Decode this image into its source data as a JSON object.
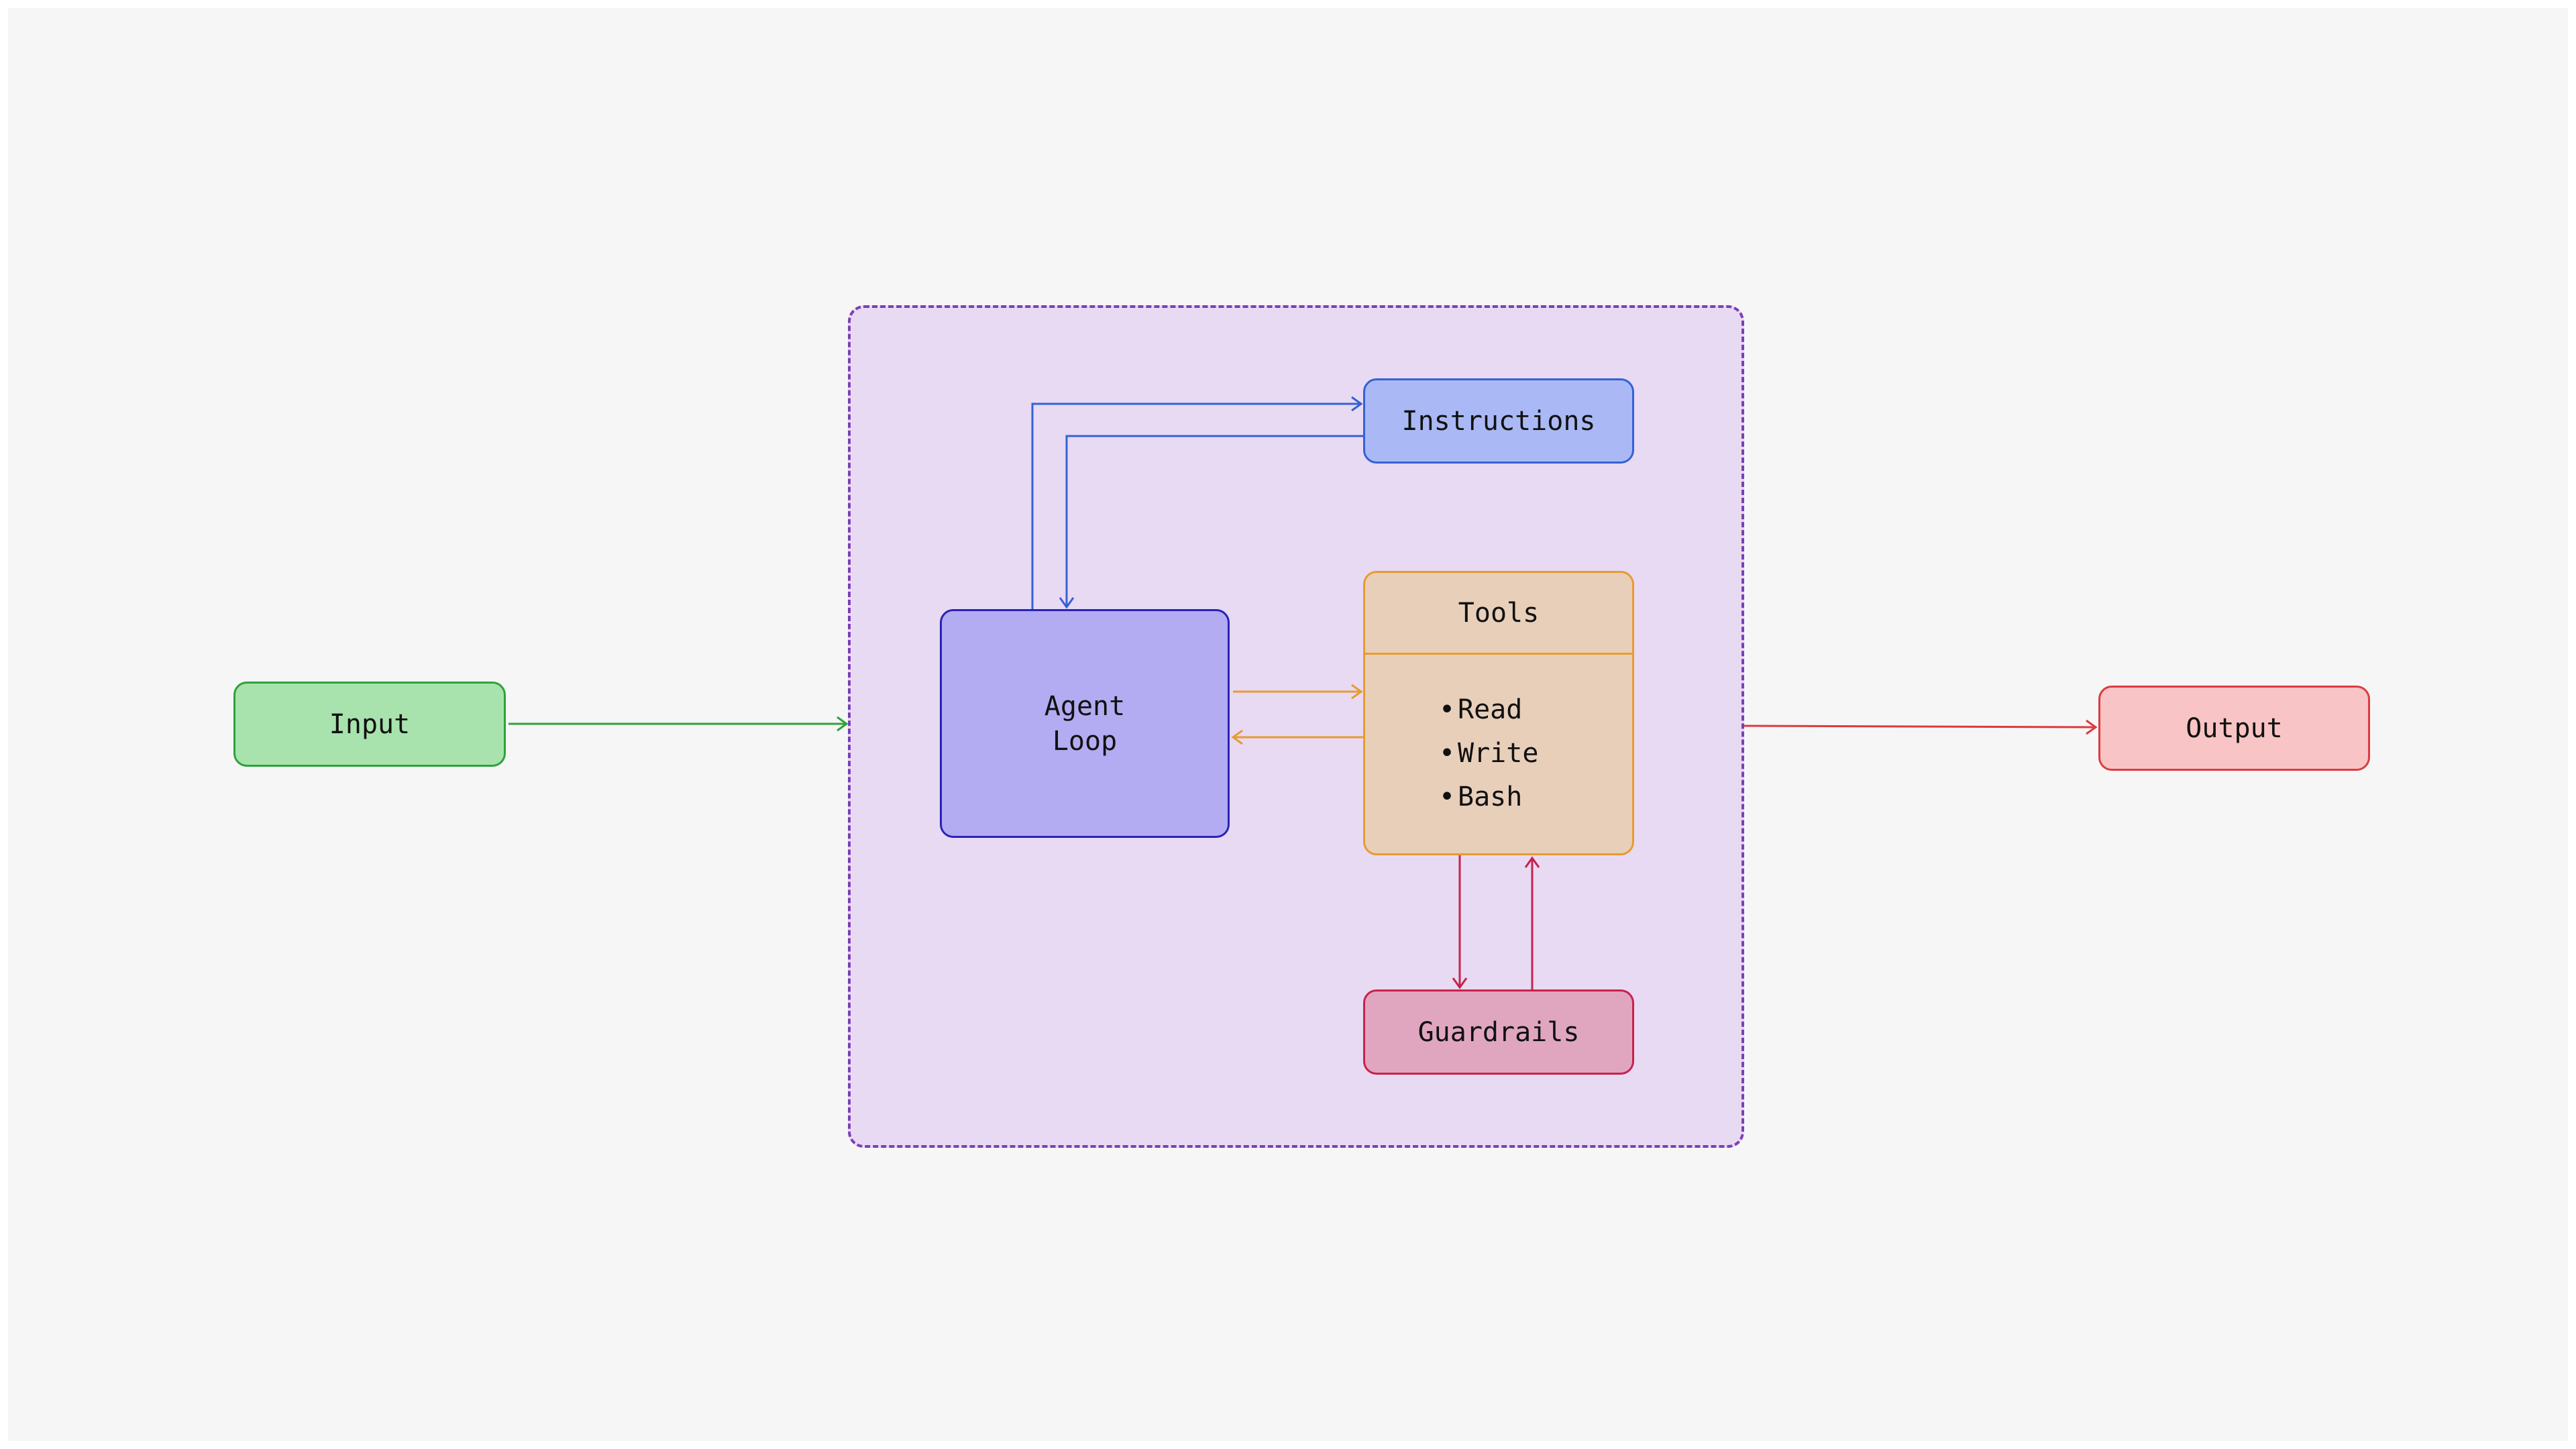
{
  "nodes": {
    "input": {
      "label": "Input",
      "fill": "#a8e3ad",
      "stroke": "#2ea23a"
    },
    "agent_loop": {
      "label_line1": "Agent",
      "label_line2": "Loop",
      "fill": "#b3acf2",
      "stroke": "#2a22b8"
    },
    "instructions": {
      "label": "Instructions",
      "fill": "#aab9f5",
      "stroke": "#3461d6"
    },
    "tools": {
      "title": "Tools",
      "items": [
        "Read",
        "Write",
        "Bash"
      ],
      "fill": "#e8cfba",
      "stroke": "#e89b30"
    },
    "guardrails": {
      "label": "Guardrails",
      "fill": "#e0a6c0",
      "stroke": "#c8224d"
    },
    "output": {
      "label": "Output",
      "fill": "#f8c4c5",
      "stroke": "#dc3b40"
    }
  },
  "container": {
    "fill": "#e8daf2",
    "stroke": "#7c3fb5"
  },
  "bullet_glyph": "•"
}
